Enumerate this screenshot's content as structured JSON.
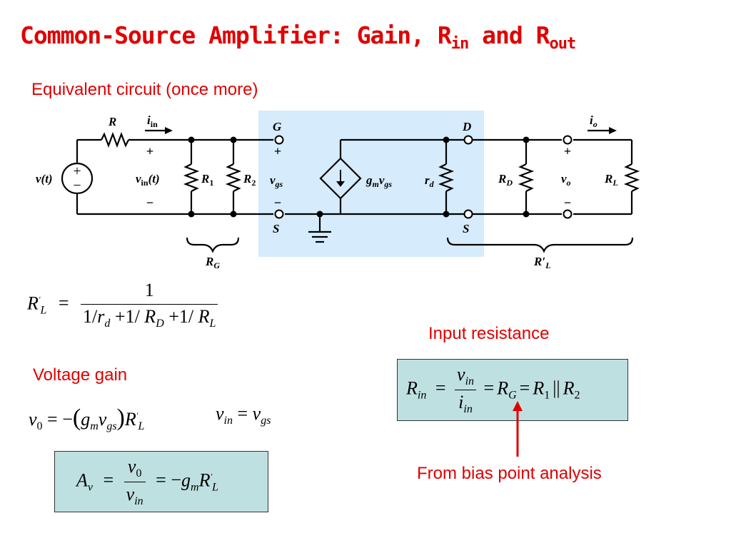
{
  "title": {
    "main": "Common-Source Amplifier: Gain, R",
    "sub1": "in",
    "middle": " and R",
    "sub2": "out"
  },
  "subtitle": "Equivalent circuit (once more)",
  "circuit": {
    "shaded_color": "#d6ebfb",
    "source_label": "v(t)",
    "resistor_R": "R",
    "iin_label": "i",
    "iin_sub": "in",
    "vin_label": "v",
    "vin_sub": "in",
    "vin_arg": "(t)",
    "R1_label": "R",
    "R1_sub": "1",
    "R2_label": "R",
    "R2_sub": "2",
    "G_label": "G",
    "S_label_left": "S",
    "vgs_label": "v",
    "vgs_sub": "gs",
    "gm_label": "g",
    "gm_sub": "m",
    "gm_v": "v",
    "gm_vsub": "gs",
    "rd_label": "r",
    "rd_sub": "d",
    "D_label": "D",
    "S_label_right": "S",
    "RD_label": "R",
    "RD_sub": "D",
    "vo_label": "v",
    "vo_sub": "o",
    "io_label": "i",
    "io_sub": "o",
    "RL_label": "R",
    "RL_sub": "L",
    "RG_brace_label": "R",
    "RG_brace_sub": "G",
    "RLp_brace_label": "R′",
    "RLp_brace_sub": "L",
    "plus": "+",
    "minus": "−"
  },
  "formula_RL": {
    "lhs": "R",
    "lhs_sub": "L",
    "lhs_sup": "'",
    "eq": "=",
    "num": "1",
    "den_a": "1/",
    "den_a_var": "r",
    "den_a_sub": "d",
    "den_b": " +1/ ",
    "den_b_var": "R",
    "den_b_sub": "D",
    "den_c": " +1/ ",
    "den_c_var": "R",
    "den_c_sub": "L"
  },
  "voltage_gain": {
    "label": "Voltage gain",
    "v0": "v",
    "v0_sub": "0",
    "eq": " = −",
    "open": "(",
    "gm": "g",
    "gm_sub": "m",
    "vgs": "v",
    "vgs_sub": "gs",
    "close": ")",
    "RL": "R",
    "RL_sub": "L",
    "RL_sup": "'",
    "vin": "v",
    "vin_sub": "in",
    "eq2": " = ",
    "vgs2": "v",
    "vgs2_sub": "gs"
  },
  "gain_box": {
    "Av": "A",
    "Av_sub": "v",
    "eq": "=",
    "num": "v",
    "num_sub": "0",
    "den": "v",
    "den_sub": "in",
    "eq2": "= −",
    "gm": "g",
    "gm_sub": "m",
    "RL": "R",
    "RL_sub": "L",
    "RL_sup": "'"
  },
  "input_resistance": {
    "label": "Input resistance",
    "Rin": "R",
    "Rin_sub": "in",
    "eq": "=",
    "num": "v",
    "num_sub": "in",
    "den": "i",
    "den_sub": "in",
    "eq2": "=",
    "RG": "R",
    "RG_sub": "G",
    "eq3": "=",
    "R1": "R",
    "R1_sub": "1",
    "par": "||",
    "R2": "R",
    "R2_sub": "2"
  },
  "bias_note": "From bias point analysis",
  "colors": {
    "accent_red": "#e00000",
    "box_fill": "#bfe0e0"
  }
}
